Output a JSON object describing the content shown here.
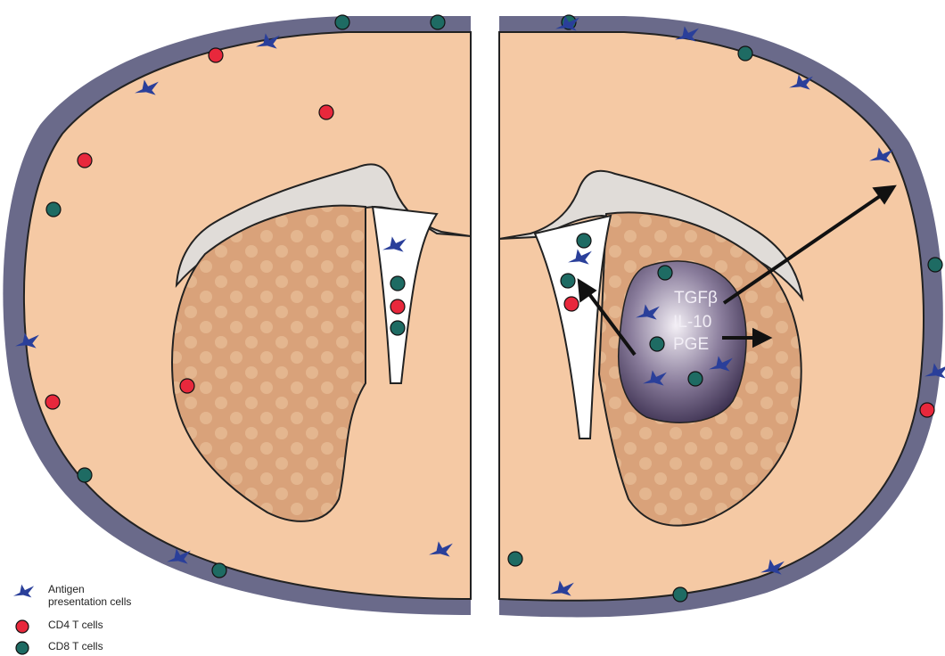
{
  "tumor": {
    "lines": [
      "TGFβ",
      "IL-10",
      "PGE"
    ]
  },
  "legend": {
    "items": [
      {
        "id": "apc",
        "label": "Antigen\npresentation cells",
        "icon": "apc-star-icon",
        "color": "#2a3f9a"
      },
      {
        "id": "cd4",
        "label": "CD4 T cells",
        "icon": "cd4-cell-icon",
        "color": "#e8283c"
      },
      {
        "id": "cd8",
        "label": "CD8 T cells",
        "icon": "cd8-cell-icon",
        "color": "#1e6b63"
      }
    ]
  },
  "colors": {
    "meninges": "#6a6a8a",
    "parenchyma": "#f5c9a4",
    "striatum": "#d9a27a",
    "ventricle": "#ffffff",
    "callosum": "#e0dcd8",
    "tumor": "#4a3d5e",
    "apc": "#2a3f9a",
    "cd4": "#e8283c",
    "cd8": "#1e6b63"
  }
}
